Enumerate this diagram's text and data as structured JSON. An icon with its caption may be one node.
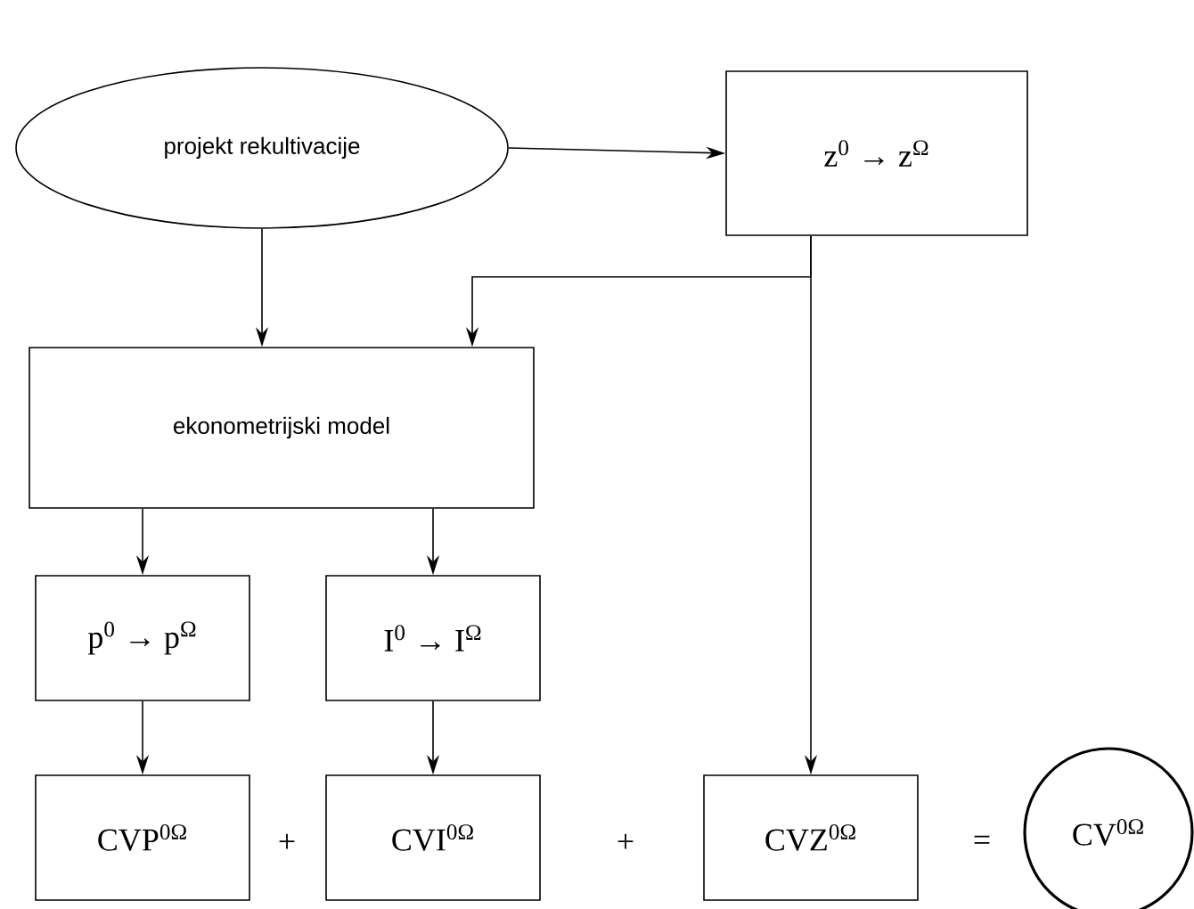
{
  "diagram": {
    "nodes": [
      {
        "text": [
          "projekt rekultivacije"
        ]
      },
      {
        "text": [
          "z$^{0}$ → z$^{Ω}$"
        ]
      },
      {
        "text": [
          "ekonometrijski model"
        ]
      },
      {
        "text": [
          "p$^{0}$ → p$^{Ω}$"
        ]
      },
      {
        "text": [
          "I$^{0}$ → I$^{Ω}$"
        ]
      },
      {
        "text": [
          "CVP$^{0Ω}$"
        ]
      },
      {
        "text": [
          "CVI$^{0Ω}$"
        ]
      },
      {
        "text": [
          "CVZ$^{0Ω}$"
        ]
      },
      {
        "text": [
          "CV$^{0Ω}$"
        ]
      }
    ],
    "edges": [
      {
        "from": 0,
        "to": 1,
        "arrow": "to"
      },
      {
        "from": 0,
        "to": 2,
        "arrow": "to"
      },
      {
        "from": 1,
        "to": 2,
        "arrow": "to"
      },
      {
        "from": 1,
        "to": 7,
        "arrow": "to"
      },
      {
        "from": 2,
        "to": 3,
        "arrow": "to"
      },
      {
        "from": 2,
        "to": 4,
        "arrow": "to"
      },
      {
        "from": 3,
        "to": 5,
        "arrow": "to"
      },
      {
        "from": 4,
        "to": 6,
        "arrow": "to"
      }
    ],
    "labels": [
      "+",
      "+",
      "="
    ]
  }
}
